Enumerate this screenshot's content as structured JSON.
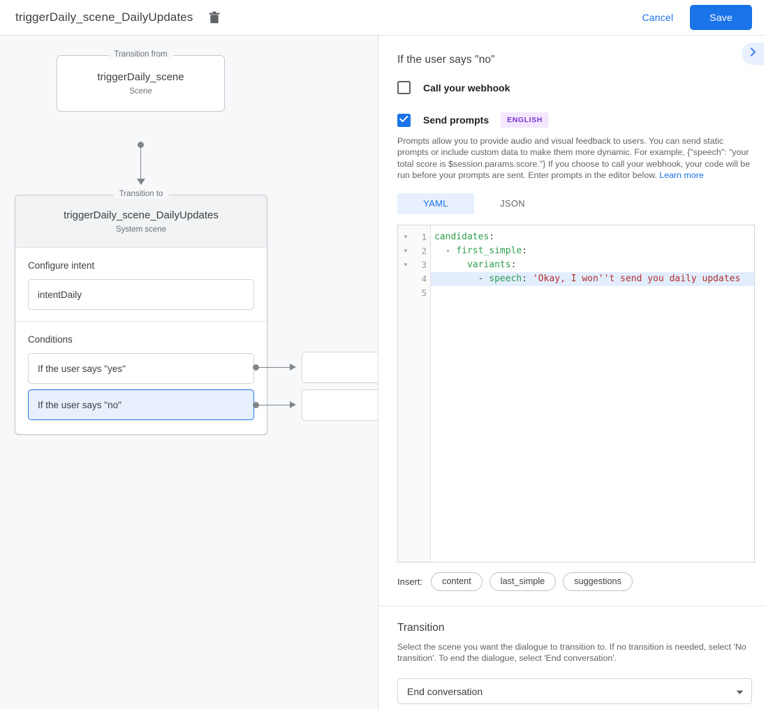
{
  "topbar": {
    "title": "triggerDaily_scene_DailyUpdates",
    "delete_icon": "trash-icon",
    "cancel_label": "Cancel",
    "save_label": "Save"
  },
  "graph": {
    "from_legend": "Transition from",
    "from_node_title": "triggerDaily_scene",
    "from_node_subtitle": "Scene",
    "to_legend": "Transition to",
    "to_node_title": "triggerDaily_scene_DailyUpdates",
    "to_node_subtitle": "System scene",
    "intent_section_label": "Configure intent",
    "intent_value": "intentDaily",
    "conditions_section_label": "Conditions",
    "conditions": [
      {
        "label": "If the user says \"yes\"",
        "selected": false
      },
      {
        "label": "If the user says \"no\"",
        "selected": true
      }
    ]
  },
  "detail": {
    "title": "If the user says \"no\"",
    "expand_icon": "chevron-right-icon",
    "webhook": {
      "label": "Call your webhook",
      "checked": false
    },
    "prompts": {
      "label": "Send prompts",
      "checked": true,
      "language_badge": "ENGLISH",
      "help_text": "Prompts allow you to provide audio and visual feedback to users. You can send static prompts or include custom data to make them more dynamic. For example, {\"speech\": \"your total score is $session.params.score.\"} If you choose to call your webhook, your code will be run before your prompts are sent. Enter prompts in the editor below. ",
      "help_link": "Learn more"
    },
    "tabs": [
      {
        "label": "YAML",
        "active": true
      },
      {
        "label": "JSON",
        "active": false
      }
    ],
    "editor": {
      "lines": [
        {
          "number": "1",
          "fold": true,
          "highlighted": false,
          "text": "candidates:"
        },
        {
          "number": "2",
          "fold": true,
          "highlighted": false,
          "text": "  - first_simple:"
        },
        {
          "number": "3",
          "fold": true,
          "highlighted": false,
          "text": "      variants:"
        },
        {
          "number": "4",
          "fold": false,
          "highlighted": true,
          "text": "        - speech: 'Okay, I won''t send you daily updates"
        },
        {
          "number": "5",
          "fold": false,
          "highlighted": false,
          "text": ""
        }
      ]
    },
    "insert": {
      "label": "Insert:",
      "chips": [
        "content",
        "last_simple",
        "suggestions"
      ]
    },
    "transition": {
      "title": "Transition",
      "description": "Select the scene you want the dialogue to transition to. If no transition is needed, select 'No transition'. To end the dialogue, select 'End conversation'.",
      "selected_value": "End conversation",
      "caret_icon": "caret-down-icon"
    }
  },
  "colors": {
    "accent": "#1a73e8",
    "accent_light": "#e8f0fe",
    "badge_bg": "#f3e8fd",
    "badge_fg": "#7b32d4",
    "code_key": "#2e9e4f",
    "code_string": "#b4302f",
    "canvas_bg": "#f7f8fa"
  }
}
